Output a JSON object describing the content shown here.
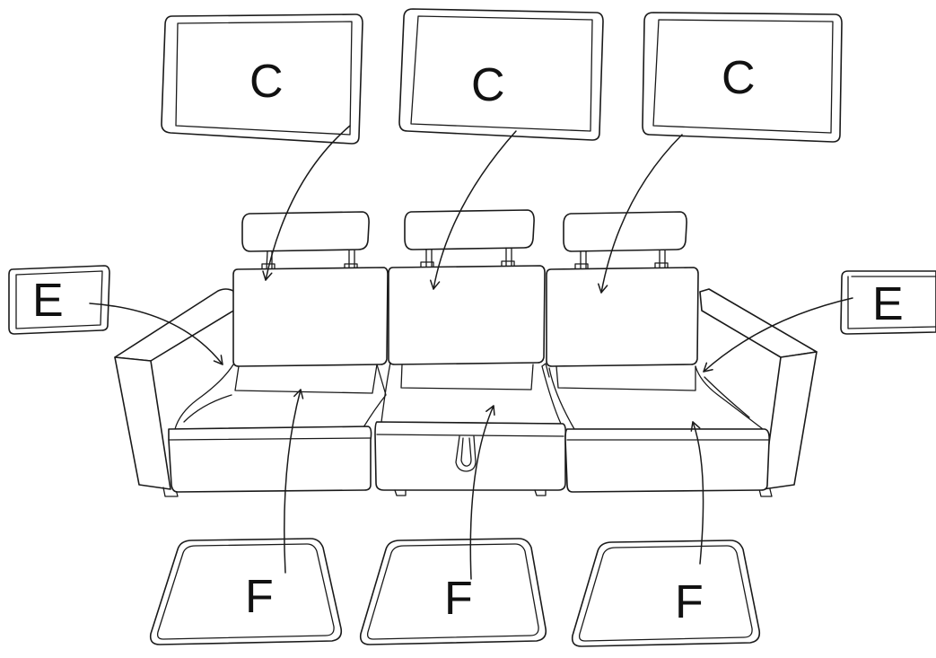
{
  "labels": {
    "back_cushion": "C",
    "armrest_cushion": "E",
    "seat_cushion": "F"
  },
  "colors": {
    "ink": "#1a1a1a",
    "background": "#ffffff"
  }
}
